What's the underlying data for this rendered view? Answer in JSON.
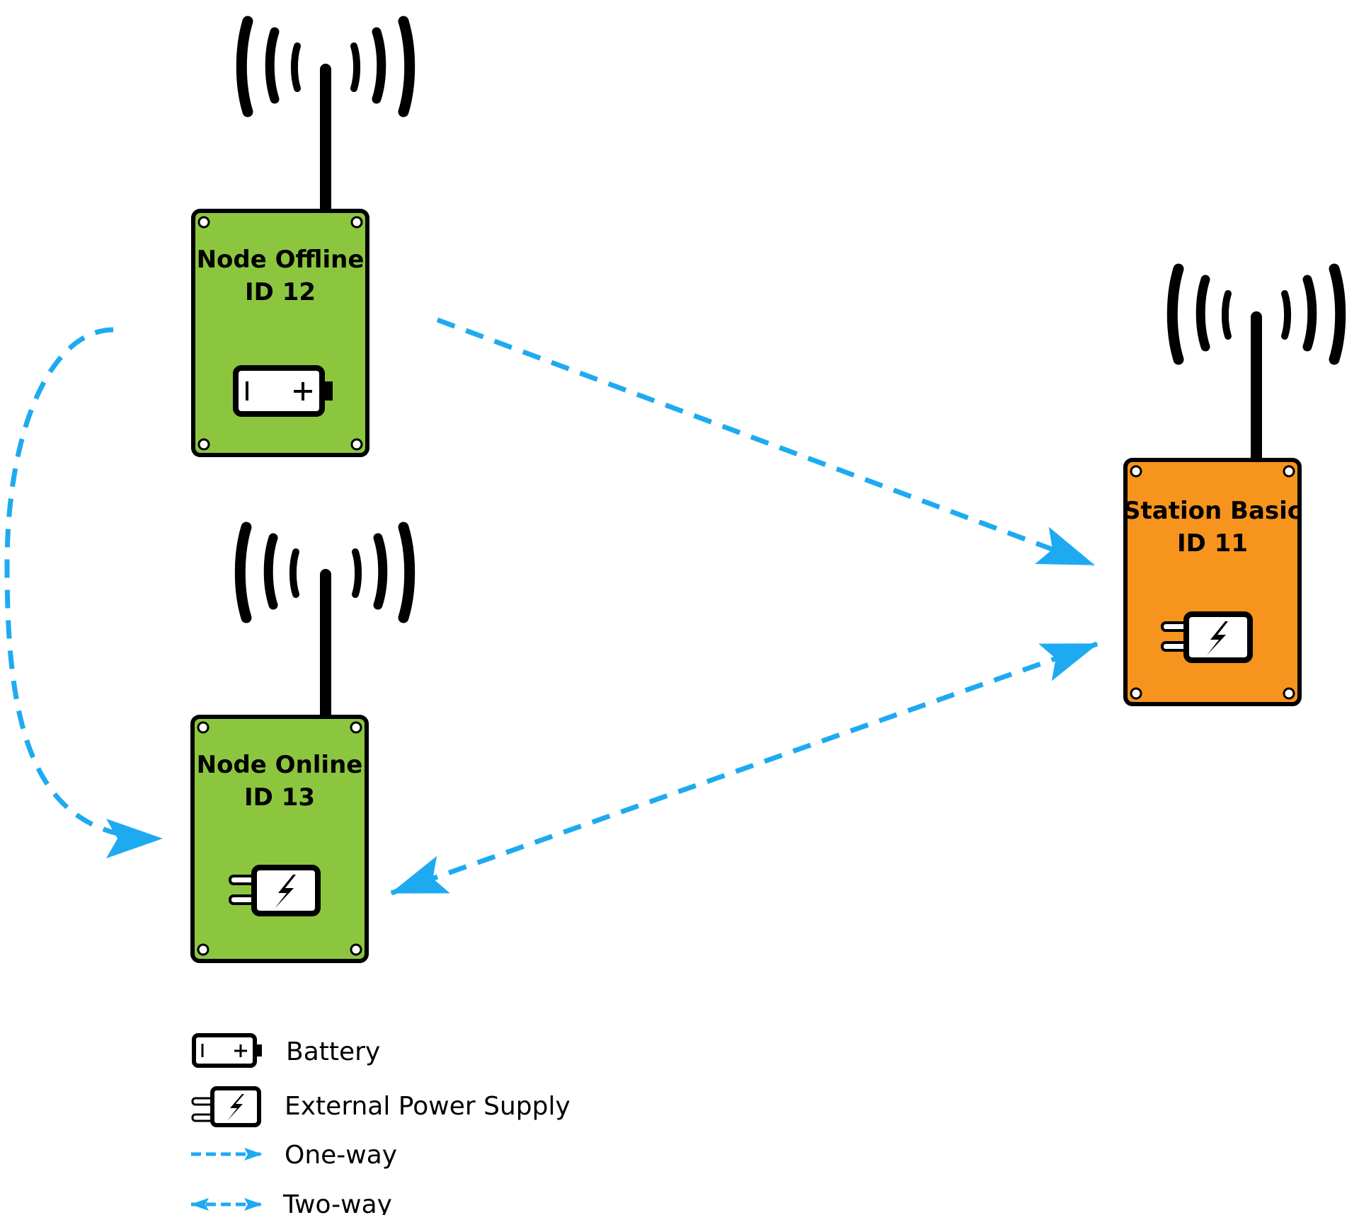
{
  "devices": {
    "node_offline": {
      "name": "Node Offline",
      "id_label": "ID 12",
      "power": "battery"
    },
    "node_online": {
      "name": "Node Online",
      "id_label": "ID 13",
      "power": "external"
    },
    "station_basic": {
      "name": "Station Basic",
      "id_label": "ID 11",
      "power": "external"
    }
  },
  "links": [
    {
      "from": "Node Offline",
      "to": "Station Basic",
      "type": "One-way"
    },
    {
      "from": "Node Offline",
      "to": "Node Online",
      "type": "One-way"
    },
    {
      "from": "Node Online",
      "to": "Station Basic",
      "type": "Two-way"
    }
  ],
  "legend": {
    "battery": "Battery",
    "external_power": "External Power Supply",
    "one_way": "One-way",
    "two_way": "Two-way"
  },
  "colors": {
    "node_fill": "#8cc63f",
    "station_fill": "#f7941d",
    "link": "#1eaaf1",
    "outline": "#000000"
  },
  "icons": {
    "antenna": "antenna-icon",
    "battery": "battery-icon",
    "external_power": "plug-icon"
  }
}
